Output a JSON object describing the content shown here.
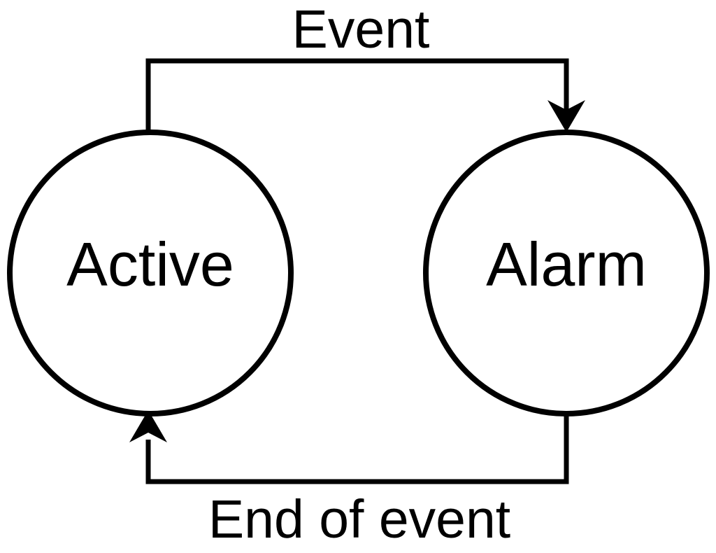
{
  "diagram": {
    "type": "state-diagram",
    "background_color": "#ffffff",
    "stroke_color": "#000000",
    "states": [
      {
        "id": "active",
        "label": "Active",
        "shape": "circle"
      },
      {
        "id": "alarm",
        "label": "Alarm",
        "shape": "circle"
      }
    ],
    "transitions": [
      {
        "from": "active",
        "to": "alarm",
        "label": "Event",
        "route": "top",
        "arrowhead": "down"
      },
      {
        "from": "alarm",
        "to": "active",
        "label": "End of event",
        "route": "bottom",
        "arrowhead": "up"
      }
    ]
  }
}
